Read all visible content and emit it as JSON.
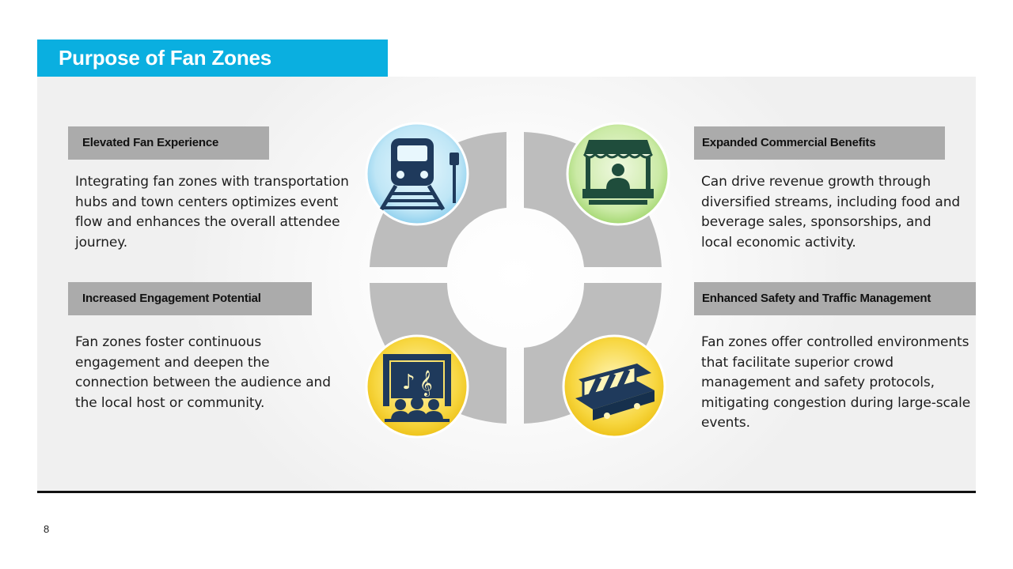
{
  "slide": {
    "title": "Purpose of Fan Zones",
    "page_number": "8",
    "accent_color": "#0aafe0",
    "label_color": "#ababab"
  },
  "sections": [
    {
      "id": "top-left",
      "heading": "Elevated Fan Experience",
      "body": "Integrating fan zones with transportation hubs and town centers optimizes event flow and enhances the overall attendee journey.",
      "icon": "train-icon"
    },
    {
      "id": "top-right",
      "heading": "Expanded Commercial Benefits",
      "body": "Can drive revenue growth through diversified streams, including food and beverage sales, sponsorships, and local economic activity.",
      "icon": "market-stall-icon"
    },
    {
      "id": "bottom-left",
      "heading": "Increased Engagement Potential",
      "body": "Fan zones foster continuous engagement and deepen the connection between the audience and the local host or community.",
      "icon": "concert-stage-icon"
    },
    {
      "id": "bottom-right",
      "heading": "Enhanced Safety and Traffic Management",
      "body": "Fan zones offer controlled environments that facilitate superior crowd management and safety protocols, mitigating congestion during large-scale events.",
      "icon": "traffic-barrier-icon"
    }
  ]
}
